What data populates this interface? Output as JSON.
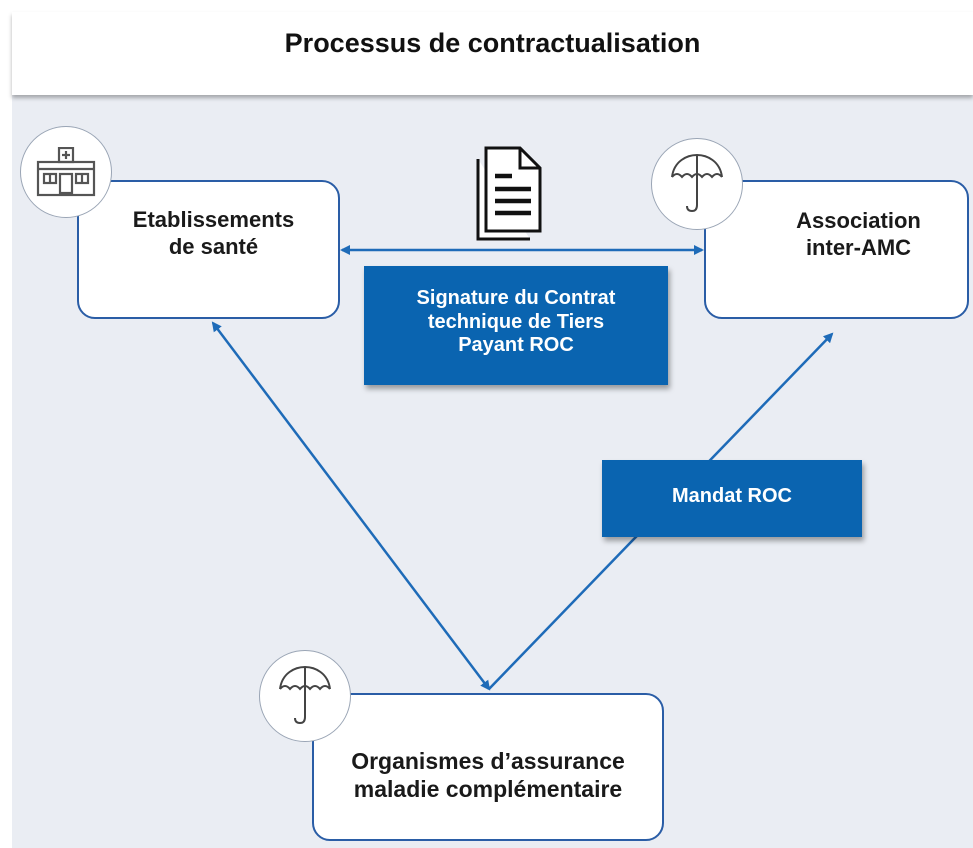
{
  "title": "Processus de contractualisation",
  "nodes": {
    "etablissements": {
      "label": "Etablissements\nde santé",
      "icon": "hospital-icon"
    },
    "association": {
      "label": "Association\ninter-AMC",
      "icon": "umbrella-icon"
    },
    "organismes": {
      "label": "Organismes d’assurance\nmaladie complémentaire",
      "icon": "umbrella-icon"
    }
  },
  "labels": {
    "signature": "Signature du Contrat\ntechnique de Tiers\nPayant ROC",
    "mandat": "Mandat ROC"
  },
  "document_icon": "document-icon",
  "colors": {
    "accent_blue": "#0a64b0",
    "node_border": "#2a5da6",
    "connector": "#1e6bb8",
    "panel_background": "#eaedf3"
  }
}
